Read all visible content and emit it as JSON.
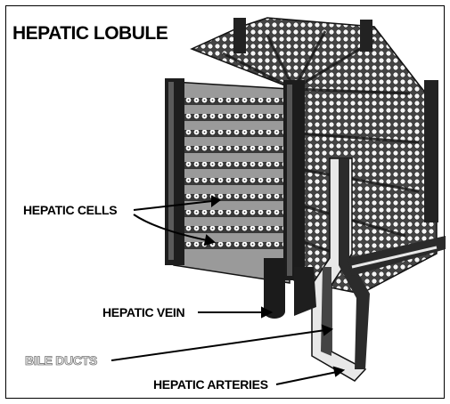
{
  "title": "HEPATIC LOBULE",
  "labels": {
    "hepatic_cells": "HEPATIC CELLS",
    "hepatic_vein": "HEPATIC VEIN",
    "bile_ducts": "BILE DUCTS",
    "hepatic_arteries": "HEPATIC ARTERIES"
  },
  "colors": {
    "frame": "#000000",
    "tissue_fill": "#c8c8c8",
    "cell_fill": "#ffffff",
    "vessel_dark": "#2a2a2a",
    "bile_duct_label_fill": "#f2f2f2"
  }
}
